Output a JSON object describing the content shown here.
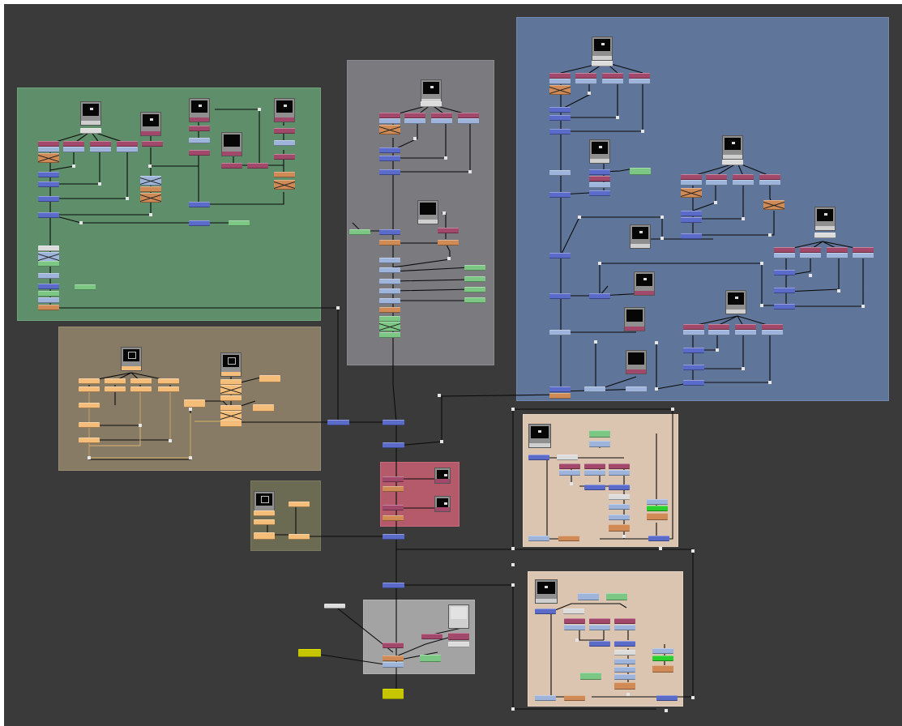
{
  "app": {
    "view": "node-graph"
  },
  "backdrops": [
    {
      "name": "backdrop-green",
      "color": "#5e8e6a"
    },
    {
      "name": "backdrop-gray",
      "color": "#7b7a7e"
    },
    {
      "name": "backdrop-blue",
      "color": "#5f7599"
    },
    {
      "name": "backdrop-tan",
      "color": "#877b66"
    },
    {
      "name": "backdrop-olive",
      "color": "#6b6a52"
    },
    {
      "name": "backdrop-rose",
      "color": "#b45a6a"
    },
    {
      "name": "backdrop-peach-upper",
      "color": "#dbc4b0"
    },
    {
      "name": "backdrop-peach-lower",
      "color": "#dbc4b0"
    },
    {
      "name": "backdrop-lightgray",
      "color": "#a3a3a3"
    }
  ],
  "node_colors": {
    "merge": "#5b6bc9",
    "transform": "#9fb4da",
    "grade": "#a2486a",
    "blur": "#7dc784",
    "shuffle": "#cf8a55",
    "roto": "#f4bd7a",
    "write": "#c6c600"
  },
  "icons": [
    "read-thumbnail-icon",
    "disabled-node-cross-icon",
    "dot-node-icon",
    "viewer-arrow-icon"
  ]
}
